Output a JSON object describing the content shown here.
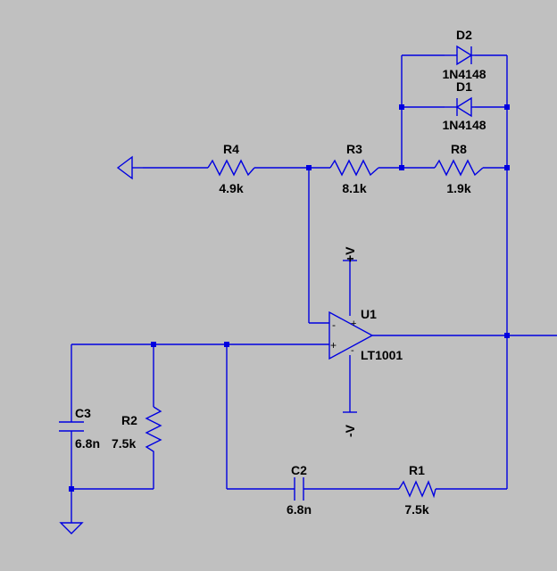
{
  "colors": {
    "background": "#c0c0c0",
    "wire": "#0000e0",
    "label": "#000000"
  },
  "components": {
    "R4": {
      "name": "R4",
      "value": "4.9k"
    },
    "R3": {
      "name": "R3",
      "value": "8.1k"
    },
    "R8": {
      "name": "R8",
      "value": "1.9k"
    },
    "D2": {
      "name": "D2",
      "value": "1N4148"
    },
    "D1": {
      "name": "D1",
      "value": "1N4148"
    },
    "U1": {
      "name": "U1",
      "value": "LT1001",
      "plus": "+",
      "minus": "-"
    },
    "C3": {
      "name": "C3",
      "value": "6.8n"
    },
    "R2": {
      "name": "R2",
      "value": "7.5k"
    },
    "C2": {
      "name": "C2",
      "value": "6.8n"
    },
    "R1": {
      "name": "R1",
      "value": "7.5k"
    }
  },
  "supplies": {
    "positive": "+V",
    "negative": "-V"
  }
}
